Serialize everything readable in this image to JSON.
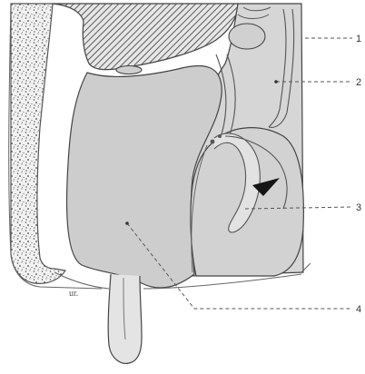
{
  "diagram": {
    "labels": [
      "1",
      "2",
      "3",
      "4"
    ],
    "abbreviation": "ur."
  }
}
